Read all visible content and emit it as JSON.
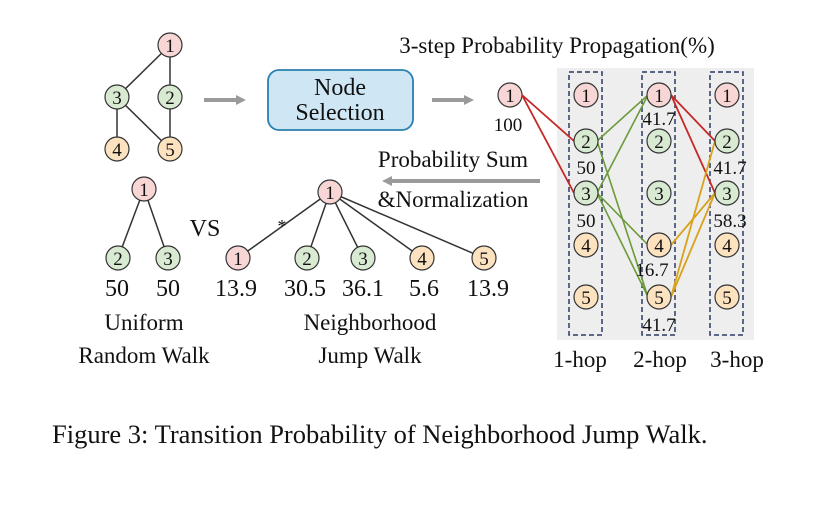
{
  "colors": {
    "pink_fill": "#f8d6d6",
    "green_fill": "#d9ead3",
    "orange_fill": "#fde2bf",
    "node_stroke": "#333333",
    "box_fill": "#cfe6f5",
    "box_stroke": "#2a7fb0",
    "panel_bg": "#eeeeee",
    "dash_stroke": "#2b3a67",
    "red_edge": "#c62828",
    "green_edge": "#6b9a3a",
    "orange_edge": "#d9a21c",
    "arrow_gray": "#999999"
  },
  "graph": {
    "nodes": [
      "1",
      "3",
      "2",
      "4",
      "5"
    ]
  },
  "pipeline": {
    "box_label_line1": "Node",
    "box_label_line2": "Selection",
    "start_node": "1",
    "start_value": "100",
    "sum_label_line1": "Probability Sum",
    "sum_label_line2": "&Normalization"
  },
  "propagation": {
    "title": "3-step Probability Propagation(%)",
    "columns": [
      {
        "label": "1-hop",
        "nodes": [
          {
            "id": "1",
            "value": ""
          },
          {
            "id": "2",
            "value": "50"
          },
          {
            "id": "3",
            "value": "50"
          },
          {
            "id": "4",
            "value": ""
          },
          {
            "id": "5",
            "value": ""
          }
        ]
      },
      {
        "label": "2-hop",
        "nodes": [
          {
            "id": "1",
            "value": "41.7"
          },
          {
            "id": "2",
            "value": ""
          },
          {
            "id": "3",
            "value": ""
          },
          {
            "id": "4",
            "value": "16.7"
          },
          {
            "id": "5",
            "value": "41.7"
          }
        ]
      },
      {
        "label": "3-hop",
        "nodes": [
          {
            "id": "1",
            "value": ""
          },
          {
            "id": "2",
            "value": "41.7"
          },
          {
            "id": "3",
            "value": "58.3"
          },
          {
            "id": "4",
            "value": ""
          },
          {
            "id": "5",
            "value": ""
          }
        ]
      }
    ]
  },
  "uniform": {
    "root": "1",
    "children": [
      {
        "id": "2",
        "value": "50"
      },
      {
        "id": "3",
        "value": "50"
      }
    ],
    "label_line1": "Uniform",
    "label_line2": "Random Walk"
  },
  "vs_label": "VS",
  "neighborhood": {
    "root": "1",
    "children": [
      {
        "id": "1",
        "value": "13.9"
      },
      {
        "id": "2",
        "value": "30.5"
      },
      {
        "id": "3",
        "value": "36.1"
      },
      {
        "id": "4",
        "value": "5.6"
      },
      {
        "id": "5",
        "value": "13.9"
      }
    ],
    "label_line1": "Neighborhood",
    "label_line2": "Jump Walk"
  },
  "caption": "Figure 3: Transition Probability of Neighborhood Jump Walk."
}
